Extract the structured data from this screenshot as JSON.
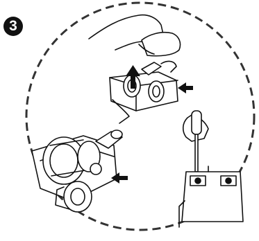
{
  "step": {
    "number": "3"
  },
  "colors": {
    "ink": "#111111",
    "paper": "#ffffff"
  },
  "illustration": {
    "frame": "dashed-circle",
    "panels": [
      "hand-removing-cover",
      "motor-assembly-with-arrow",
      "screwdriver-on-housing"
    ]
  }
}
